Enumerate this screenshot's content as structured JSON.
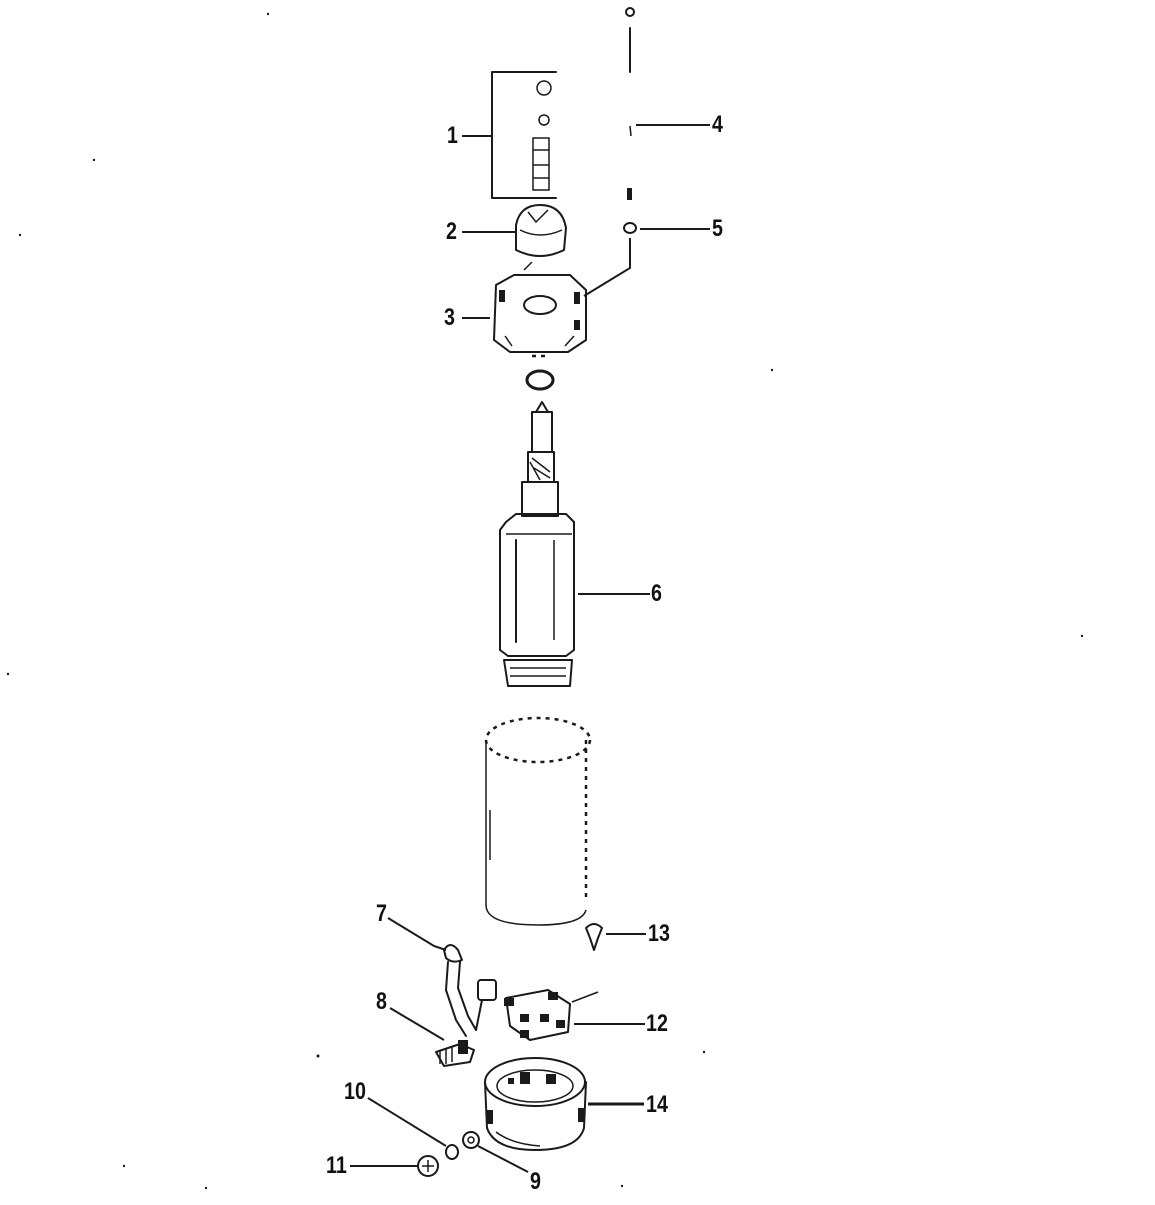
{
  "callouts": {
    "c1": "1",
    "c2": "2",
    "c3": "3",
    "c4": "4",
    "c5": "5",
    "c6": "6",
    "c7": "7",
    "c8": "8",
    "c9": "9",
    "c10": "10",
    "c11": "11",
    "c12": "12",
    "c13": "13",
    "c14": "14"
  },
  "colors": {
    "ink": "#1a1a1a",
    "paper": "#ffffff"
  }
}
